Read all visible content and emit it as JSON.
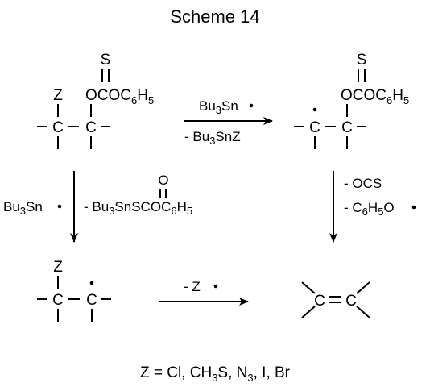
{
  "title": "Scheme 14",
  "structures": {
    "thiocarbonate_group": "OCOC6H5",
    "thione_S": "S",
    "Z": "Z",
    "C": "C",
    "alkene_C": "C",
    "double_bond": "="
  },
  "reagents": {
    "top_above": "Bu3Sn",
    "top_below": "- Bu3SnZ",
    "left_reagent": "Bu3Sn",
    "left_byproduct_prefix": "- Bu3SnSCOC6H5",
    "left_byproduct_O": "O",
    "right_loss_1": "- OCS",
    "right_loss_2": "- C6H5O",
    "bottom_above": "- Z"
  },
  "footnote": "Z = Cl, CH3S, N3, I, Br"
}
